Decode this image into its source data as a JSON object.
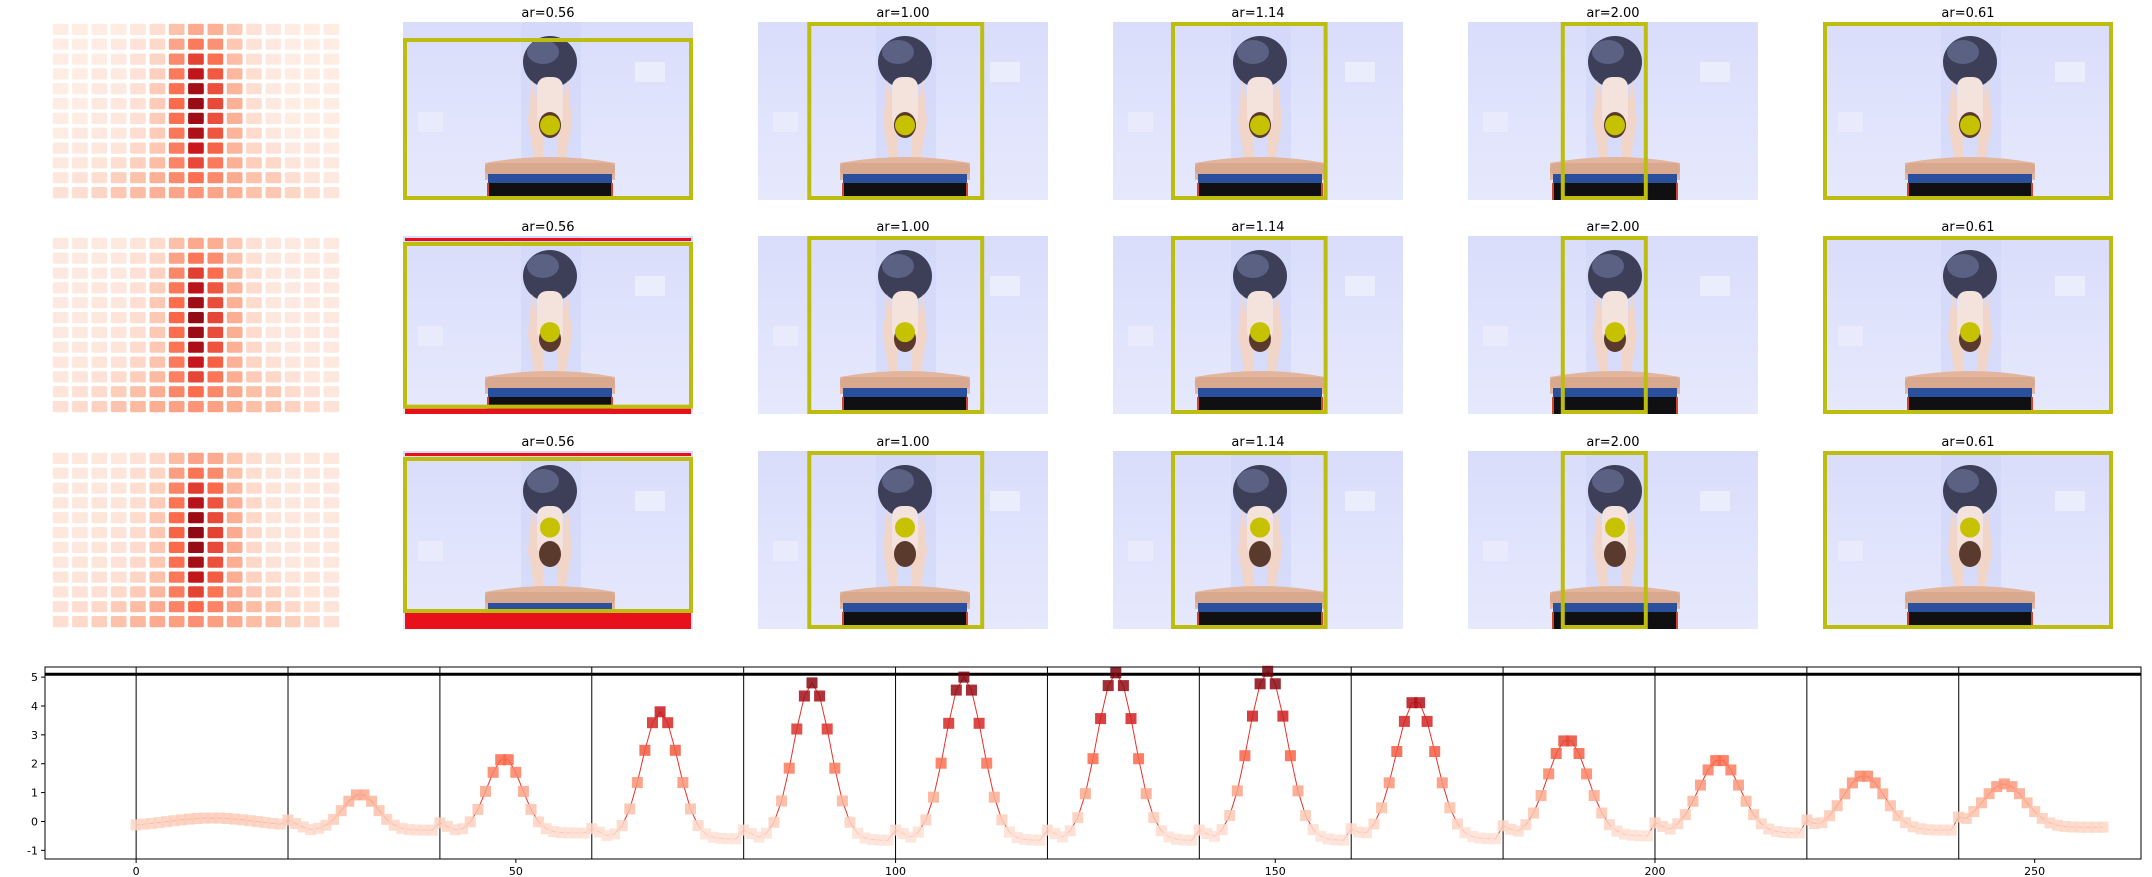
{
  "panels": {
    "rows": [
      {
        "titles": [
          "ar=0.56",
          "ar=1.00",
          "ar=1.14",
          "ar=2.00",
          "ar=0.61"
        ],
        "red_bar_fraction": 0
      },
      {
        "titles": [
          "ar=0.56",
          "ar=1.00",
          "ar=1.14",
          "ar=2.00",
          "ar=0.61"
        ],
        "red_bar_fraction": 0.03
      },
      {
        "titles": [
          "ar=0.56",
          "ar=1.00",
          "ar=1.14",
          "ar=2.00",
          "ar=0.61"
        ],
        "red_bar_fraction": 0.09
      }
    ],
    "box_color": "#bdbd10",
    "red_color": "#e8101a",
    "image_bg": "#dfe3fb"
  },
  "chart_data": {
    "type": "line",
    "xlim": [
      -12,
      264
    ],
    "ylim": [
      -1.3,
      5.35
    ],
    "xticks": [
      0,
      50,
      100,
      150,
      200,
      250
    ],
    "yticks": [
      -1,
      0,
      1,
      2,
      3,
      4,
      5
    ],
    "hline": 5.1,
    "vlines": [
      0,
      20,
      40,
      60,
      80,
      100,
      120,
      140,
      160,
      180,
      200,
      220,
      240
    ],
    "segment_length": 20,
    "peaks": [
      {
        "center": 10,
        "height": 0.12,
        "base": -0.2
      },
      {
        "center": 29.5,
        "height": 0.95,
        "base": -0.3
      },
      {
        "center": 48.5,
        "height": 2.2,
        "base": -0.4
      },
      {
        "center": 69,
        "height": 3.8,
        "base": -0.6
      },
      {
        "center": 89,
        "height": 4.8,
        "base": -0.65
      },
      {
        "center": 109,
        "height": 5.0,
        "base": -0.65
      },
      {
        "center": 129,
        "height": 5.15,
        "base": -0.65
      },
      {
        "center": 149,
        "height": 5.2,
        "base": -0.65
      },
      {
        "center": 168.5,
        "height": 4.2,
        "base": -0.6
      },
      {
        "center": 188.5,
        "height": 2.85,
        "base": -0.5
      },
      {
        "center": 208.5,
        "height": 2.15,
        "base": -0.4
      },
      {
        "center": 227.5,
        "height": 1.6,
        "base": -0.3
      },
      {
        "center": 246,
        "height": 1.3,
        "base": -0.2
      }
    ],
    "line_color": "#e8302a",
    "marker_colors": [
      "#fce3d6",
      "#f99b7a",
      "#e8302a",
      "#a3121d"
    ]
  }
}
